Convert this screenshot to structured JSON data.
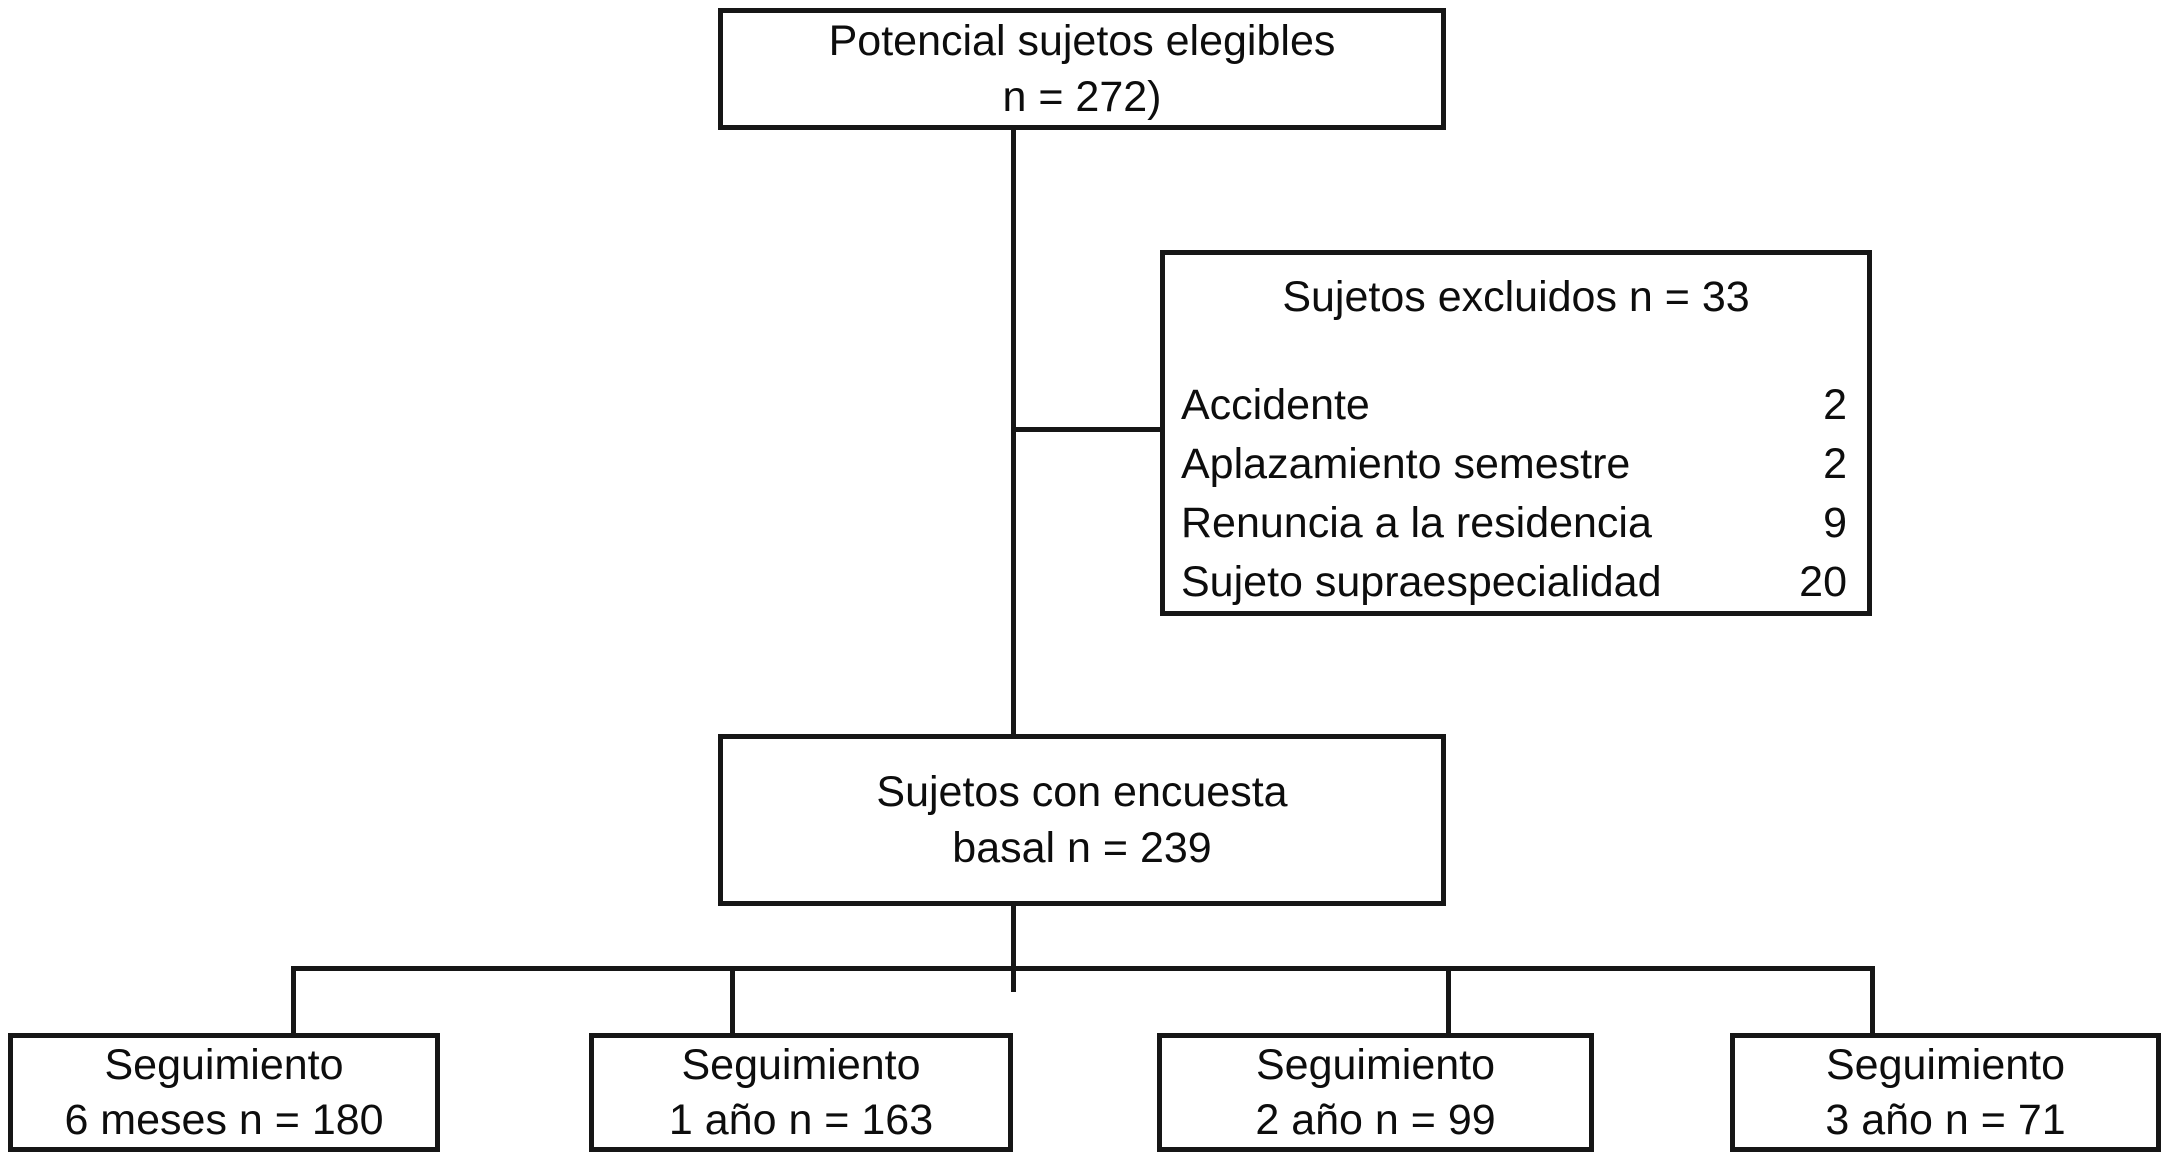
{
  "diagram": {
    "colors": {
      "line": "#161616",
      "background": "#ffffff",
      "text": "#0d0d0d"
    },
    "eligible_box": {
      "line1": "Potencial sujetos elegibles",
      "line2": "n = 272)"
    },
    "excluded_box": {
      "title": "Sujetos excluidos n = 33",
      "items": [
        {
          "label": "Accidente",
          "value": "2"
        },
        {
          "label": "Aplazamiento semestre",
          "value": "2"
        },
        {
          "label": "Renuncia a la residencia",
          "value": "9"
        },
        {
          "label": "Sujeto supraespecialidad",
          "value": "20"
        }
      ]
    },
    "baseline_box": {
      "line1": "Sujetos con encuesta",
      "line2": "basal n = 239"
    },
    "followup_boxes": [
      {
        "line1": "Seguimiento",
        "line2": "6 meses n = 180"
      },
      {
        "line1": "Seguimiento",
        "line2": "1 año n = 163"
      },
      {
        "line1": "Seguimiento",
        "line2": "2 año n = 99"
      },
      {
        "line1": "Seguimiento",
        "line2": "3 año n = 71"
      }
    ]
  }
}
